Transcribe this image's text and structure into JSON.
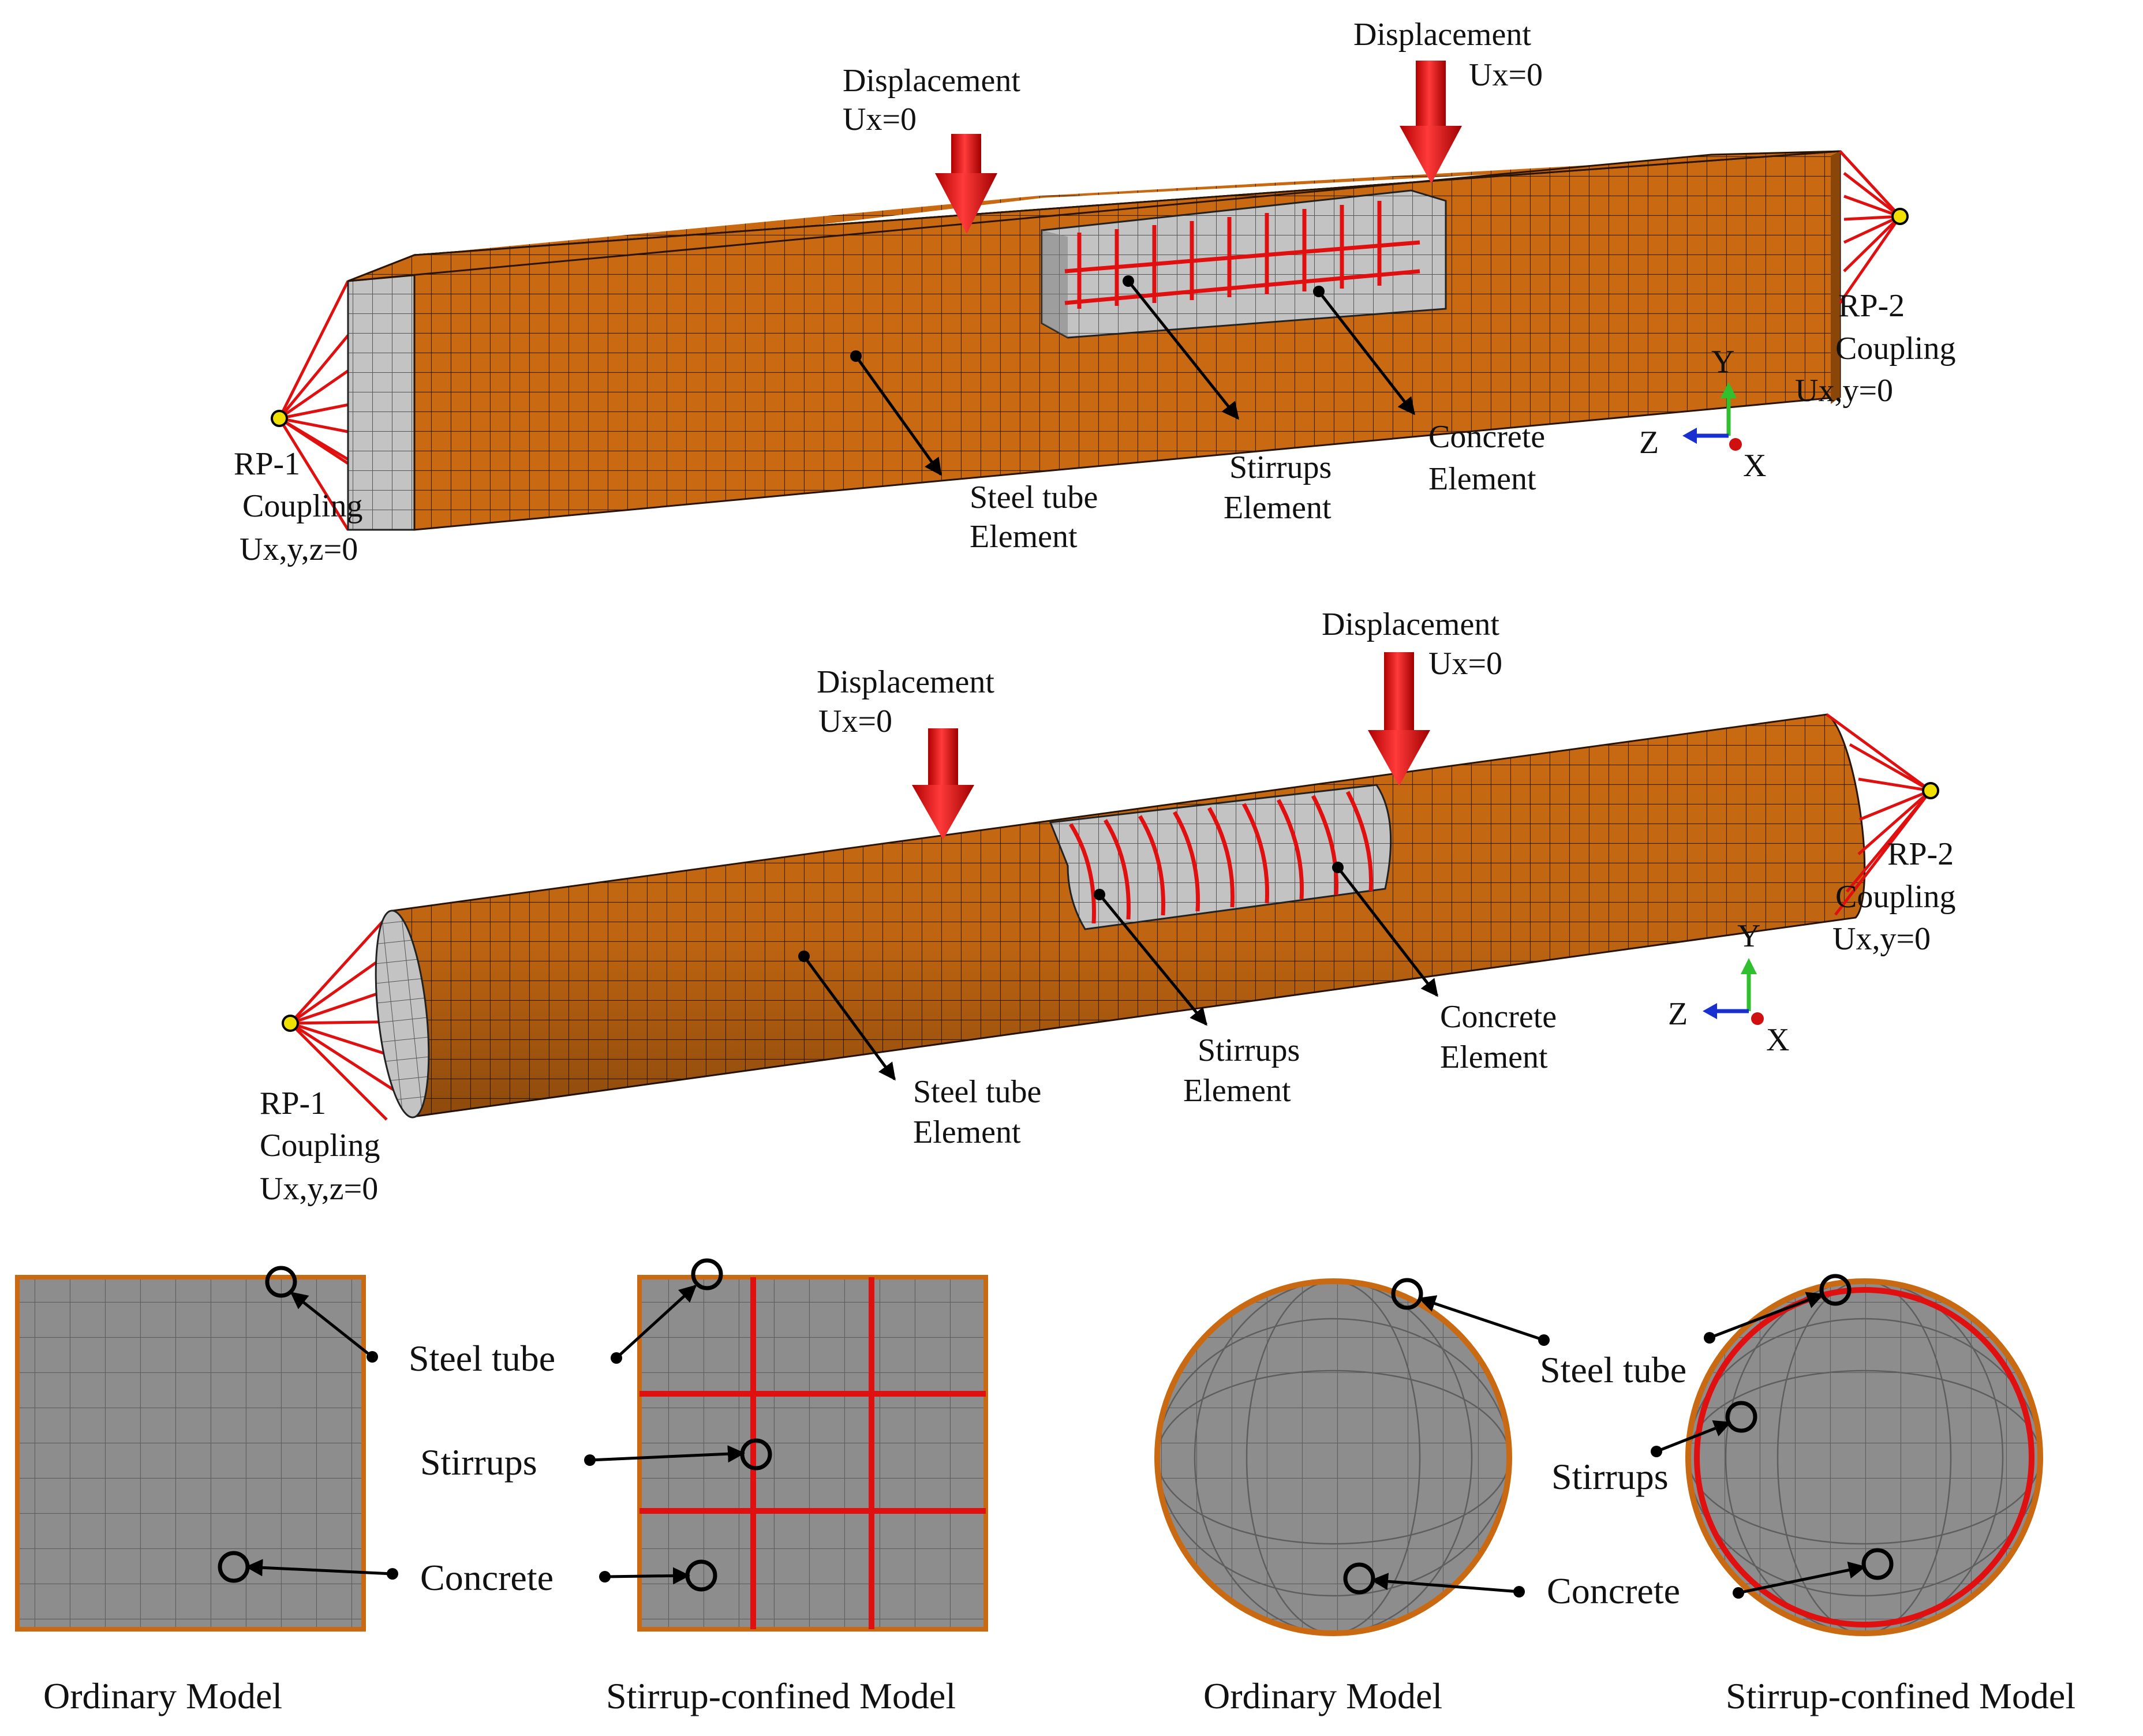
{
  "colors": {
    "steel": "#c96a12",
    "concrete": "#a9a9a9",
    "stirrup": "#e01010",
    "arrow": "#e01010",
    "rp": "#f0e000",
    "axis_y": "#2fbf2f",
    "axis_z": "#1a2fd0",
    "axis_x": "#d01010"
  },
  "model_square": {
    "load_left": {
      "title": "Displacement",
      "value": "Ux=0"
    },
    "load_right": {
      "title": "Displacement",
      "value": "Ux=0"
    },
    "rp1": {
      "name": "RP-1",
      "type": "Coupling",
      "bc": "Ux,y,z=0"
    },
    "rp2": {
      "name": "RP-2",
      "type": "Coupling",
      "bc": "Ux,y=0"
    },
    "steel_label": [
      "Steel tube",
      "Element"
    ],
    "stirrups_label": [
      "Stirrups",
      "Element"
    ],
    "concrete_label": [
      "Concrete",
      "Element"
    ],
    "axes": {
      "y": "Y",
      "z": "Z",
      "x": "X"
    }
  },
  "model_circular": {
    "load_left": {
      "title": "Displacement",
      "value": "Ux=0"
    },
    "load_right": {
      "title": "Displacement",
      "value": "Ux=0"
    },
    "rp1": {
      "name": "RP-1",
      "type": "Coupling",
      "bc": "Ux,y,z=0"
    },
    "rp2": {
      "name": "RP-2",
      "type": "Coupling",
      "bc": "Ux,y=0"
    },
    "steel_label": [
      "Steel tube",
      "Element"
    ],
    "stirrups_label": [
      "Stirrups",
      "Element"
    ],
    "concrete_label": [
      "Concrete",
      "Element"
    ],
    "axes": {
      "y": "Y",
      "z": "Z",
      "x": "X"
    }
  },
  "sections": {
    "square": {
      "steel": "Steel tube",
      "stirrups": "Stirrups",
      "concrete": "Concrete",
      "caption_left": "Ordinary Model",
      "caption_right": "Stirrup-confined Model"
    },
    "circular": {
      "steel": "Steel tube",
      "stirrups": "Stirrups",
      "concrete": "Concrete",
      "caption_left": "Ordinary Model",
      "caption_right": "Stirrup-confined Model"
    }
  }
}
